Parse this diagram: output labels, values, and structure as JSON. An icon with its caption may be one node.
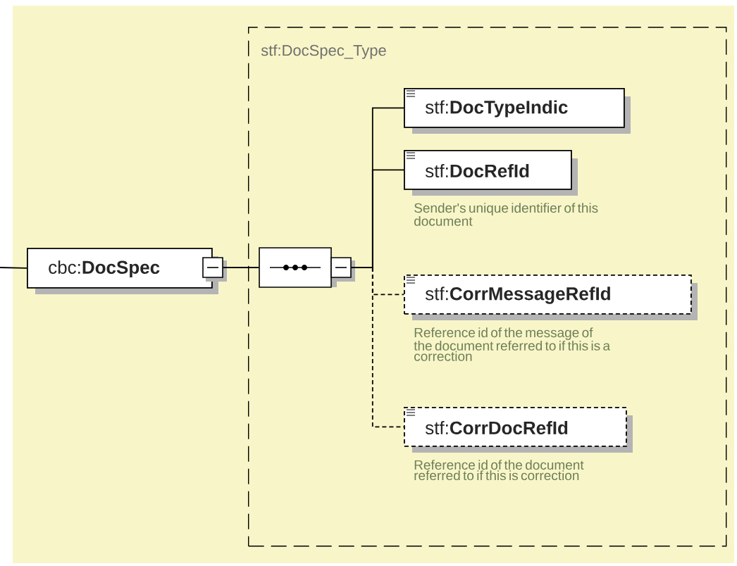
{
  "diagram": {
    "nodes": [
      {
        "text": [
          "stf:DocSpec_Type"
        ]
      },
      {
        "text": [
          "cbc:**DocSpec**"
        ]
      },
      {
        "text": [],
        "shape": "octagon",
        "in": 0
      },
      {
        "text": [
          "stf:**DocTypeIndic**"
        ],
        "in": 0
      },
      {
        "text": [
          "stf:**DocRefId**"
        ],
        "beside": [
          "Sender's unique identifier of this document"
        ],
        "in": 0
      },
      {
        "text": [
          "stf:**CorrMessageRefId**"
        ],
        "beside": [
          "Reference id of the message of the document referred to if this is a correction"
        ],
        "in": 0
      },
      {
        "text": [
          "stf:**CorrDocRefId**"
        ],
        "beside": [
          "Reference id of the document referred to if this is correction"
        ],
        "in": 0
      }
    ],
    "edges": [
      {
        "from": null,
        "to": 1,
        "arrow": "none"
      },
      {
        "from": 1,
        "to": 2,
        "arrow": "none"
      },
      {
        "from": 2,
        "to": 3,
        "arrow": "none"
      },
      {
        "from": 2,
        "to": 4,
        "arrow": "none"
      },
      {
        "from": 2,
        "to": 5,
        "arrow": "none",
        "style": "dashed"
      },
      {
        "from": 2,
        "to": 6,
        "arrow": "none",
        "style": "dashed"
      }
    ]
  }
}
